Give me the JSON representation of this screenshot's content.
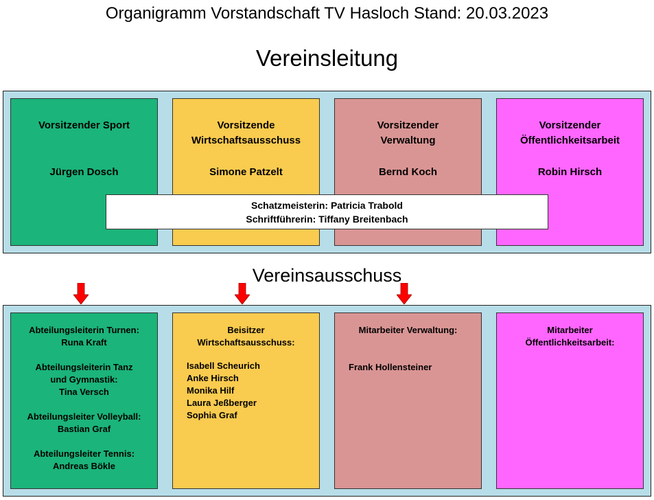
{
  "title": "Organigramm Vorstandschaft TV Hasloch Stand: 20.03.2023",
  "leadership": {
    "heading": "Vereinsleitung",
    "boxes": [
      {
        "role": "Vorsitzender Sport",
        "name": "Jürgen Dosch",
        "color": "#1bb47a"
      },
      {
        "role_line1": "Vorsitzende",
        "role_line2": "Wirtschaftsausschuss",
        "name": "Simone Patzelt",
        "color": "#f9cb4f"
      },
      {
        "role_line1": "Vorsitzender",
        "role_line2": "Verwaltung",
        "name": "Bernd Koch",
        "color": "#d99594"
      },
      {
        "role_line1": "Vorsitzender",
        "role_line2": "Öffentlichkeitsarbeit",
        "name": "Robin Hirsch",
        "color": "#ff66ff"
      }
    ],
    "officers": [
      "Schatzmeisterin: Patricia Trabold",
      "Schriftführerin: Tiffany Breitenbach"
    ]
  },
  "committee": {
    "heading": "Vereinsausschuss",
    "sport": [
      {
        "role": "Abteilungsleiterin Turnen:",
        "name": "Runa Kraft"
      },
      {
        "role1": "Abteilungsleiterin Tanz",
        "role2": "und Gymnastik:",
        "name": "Tina Versch"
      },
      {
        "role": "Abteilungsleiter Volleyball:",
        "name": "Bastian Graf"
      },
      {
        "role": "Abteilungsleiter Tennis:",
        "name": "Andreas Bökle"
      }
    ],
    "economy": {
      "title1": "Beisitzer",
      "title2": "Wirtschaftsausschuss:",
      "members": [
        "Isabell Scheurich",
        "Anke Hirsch",
        "Monika Hilf",
        "Laura Jeßberger",
        "Sophia Graf"
      ]
    },
    "admin": {
      "title": "Mitarbeiter Verwaltung:",
      "members": [
        "Frank Hollensteiner"
      ]
    },
    "pr": {
      "title1": "Mitarbeiter",
      "title2": "Öffentlichkeitsarbeit:"
    }
  }
}
